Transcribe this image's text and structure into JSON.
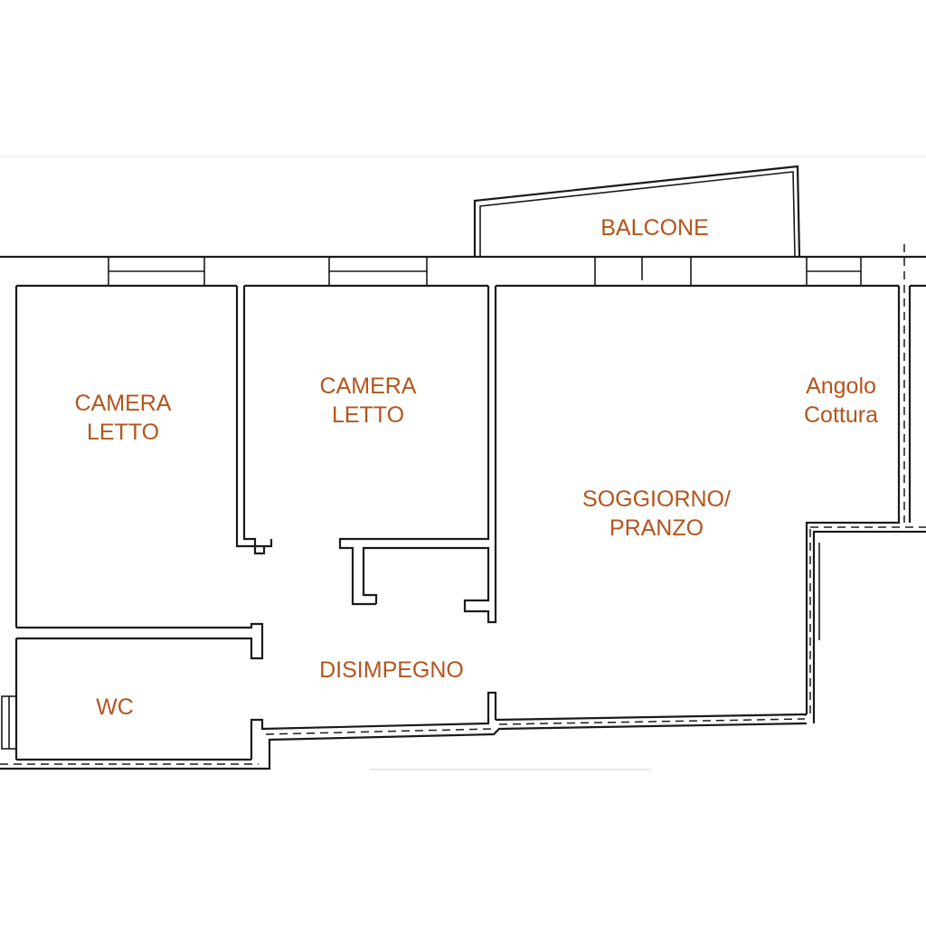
{
  "theme": {
    "label_color": "#b5541b",
    "wall_color": "#1a1a1a"
  },
  "rooms": {
    "camera1": "CAMERA\nLETTO",
    "camera2": "CAMERA\nLETTO",
    "balcone": "BALCONE",
    "angolo": "Angolo\nCottura",
    "soggiorno": "SOGGIORNO/\nPRANZO",
    "disimpegno": "DISIMPEGNO",
    "wc": "WC"
  }
}
